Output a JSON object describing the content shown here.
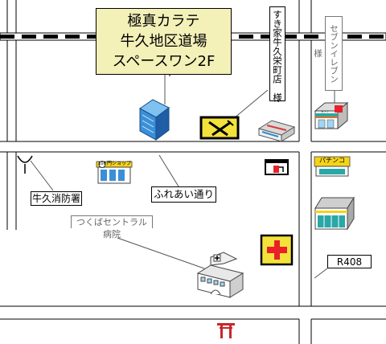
{
  "dojo": {
    "line1": "極真カラテ",
    "line2": "牛久地区道場",
    "line3": "スペースワン2F"
  },
  "landmarks": {
    "sukiya": "すき家牛久栄町店　様",
    "seven_eleven": "セブンイレブン　様",
    "fire_station": "牛久消防署",
    "hospital_line1": "つくばセントラル",
    "hospital_line2": "病院",
    "fureai_street": "ふれあい通り",
    "route": "R408",
    "pachinko_sign": "パチンコ",
    "hundred_yen_sign": "円ショップ",
    "hundred_yen_badge": "100",
    "seven_sign": "セブン"
  },
  "colors": {
    "road_line": "#000000",
    "rail": "#000000",
    "sign_bg": "#f3f0b8",
    "hospital_cross": "#e8202a",
    "building_blue": "#3a8fd8",
    "torii": "#c8282b",
    "store_teal": "#2aa7a8"
  },
  "icons": [
    "office-building-icon",
    "restaurant-knife-fork-icon",
    "convenience-store-icon",
    "gas-station-icon",
    "hundred-yen-shop-icon",
    "pachinko-parlor-icon",
    "hospital-cross-icon",
    "fire-station-icon",
    "hospital-building-icon",
    "torii-shrine-icon"
  ]
}
